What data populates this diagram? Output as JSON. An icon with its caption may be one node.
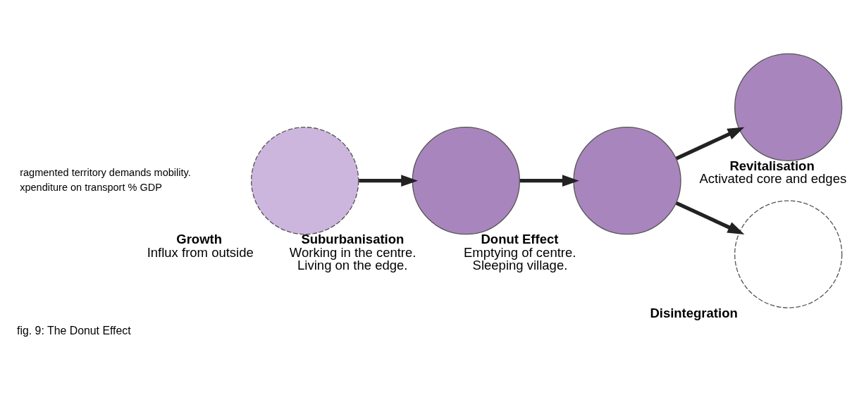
{
  "diagram": {
    "caption": "fig. 9: The Donut Effect",
    "nodes": [
      {
        "text": [
          "Growth",
          "Influx from outside"
        ]
      },
      {
        "text": [
          "Suburbanisation",
          "Working in the centre. Living on the edge."
        ]
      },
      {
        "text": [
          "Donut Effect",
          "Emptying of centre. Sleeping village."
        ]
      },
      {
        "text": [
          "Revitalisation",
          "Activated core and edges"
        ]
      },
      {
        "text": [
          "Disintegration"
        ]
      }
    ],
    "edges": [
      {
        "from": 0,
        "to": 1,
        "arrow": "to"
      },
      {
        "from": 1,
        "to": 2,
        "arrow": "to"
      },
      {
        "from": 2,
        "to": 3,
        "arrow": "to"
      },
      {
        "from": 2,
        "to": 4,
        "arrow": "to"
      }
    ],
    "labels": [
      "ragmented territory demands mobility.",
      "xpenditure on transport % GDP"
    ]
  }
}
